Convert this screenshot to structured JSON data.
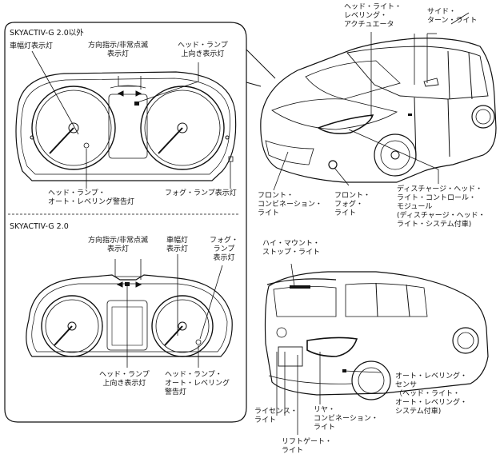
{
  "sections": {
    "top_title": "SKYACTIV-G 2.0以外",
    "bottom_title": "SKYACTIV-G 2.0"
  },
  "labels": {
    "side_marker": "車幅灯表示灯",
    "turn_hazard_top": "方向指示/非常点滅\n表示灯",
    "headlamp_high_top": "ヘッド・ランプ\n上向き表示灯",
    "leveling_warning_top": "ヘッド・ランプ・\nオート・レベリング警告灯",
    "fog_indicator_top": "フォグ・ランプ表示灯",
    "turn_hazard_bottom": "方向指示/非常点滅\n表示灯",
    "side_marker_bottom": "車幅灯\n表示灯",
    "fog_indicator_bottom": "フォグ・\nランプ\n表示灯",
    "headlamp_high_bottom": "ヘッド・ランプ\n上向き表示灯",
    "leveling_warning_bottom": "ヘッド・ランプ・\nオート・レベリング\n警告灯",
    "headlight_actuator": "ヘッド・ライト・\nレベリング・\nアクチュエータ",
    "side_turn_light": "サイド・\nターン・ライト",
    "front_combination": "フロント・\nコンビネーション・\nライト",
    "front_fog": "フロント・\nフォグ・\nライト",
    "discharge_module": "ディスチャージ・ヘッド・\nライト・コントロール・\nモジュール\n(ディスチャージ・ヘッド・\nライト・システム付車)",
    "high_mount_stop": "ハイ・マウント・\nストップ・ライト",
    "auto_leveling_sensor": "オート・レベリング・\nセンサ\n（ヘッド・ライト・\nオート・レベリング・\nシステム付車)",
    "license_light": "ライセンス・\nライト",
    "rear_combination": "リヤ・\nコンビネーション・\nライト",
    "liftgate_light": "リフトゲート・\nライト"
  }
}
